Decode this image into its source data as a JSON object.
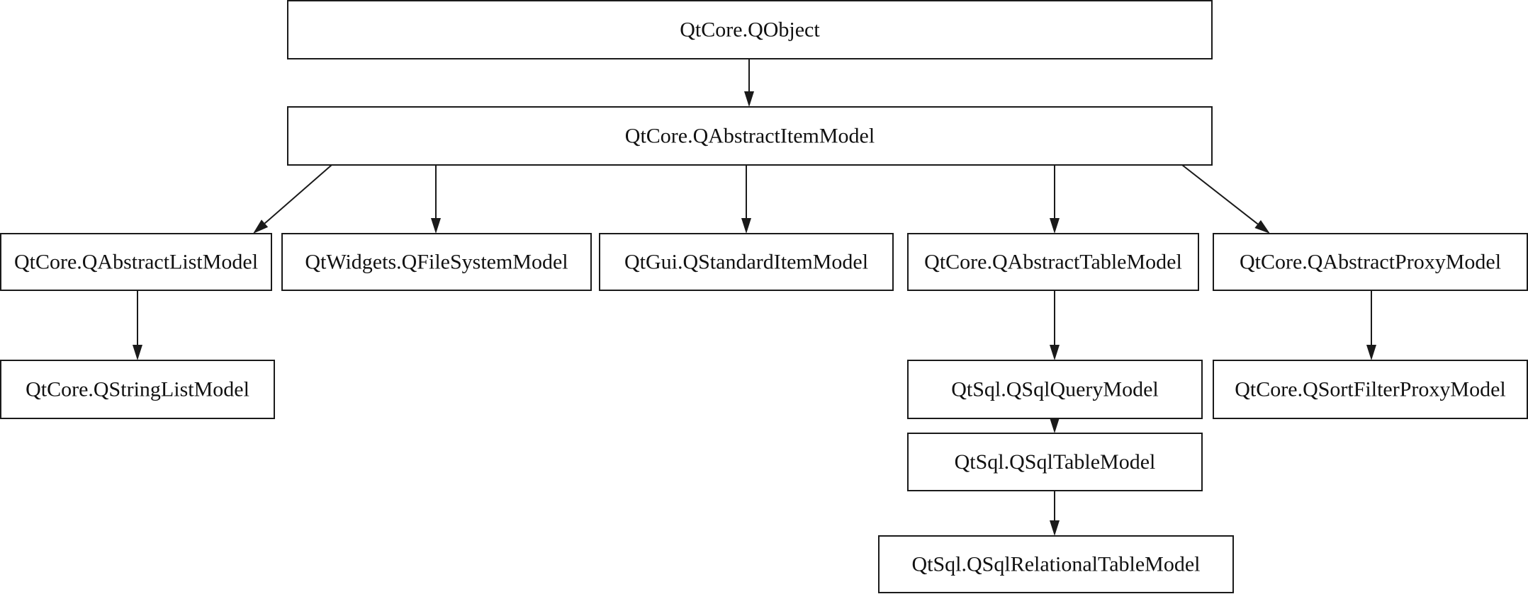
{
  "diagram": {
    "nodes": [
      {
        "id": "qobject",
        "label": "QtCore.QObject"
      },
      {
        "id": "qabstractitemmodel",
        "label": "QtCore.QAbstractItemModel"
      },
      {
        "id": "qabstractlistmodel",
        "label": "QtCore.QAbstractListModel"
      },
      {
        "id": "qfilesystemmodel",
        "label": "QtWidgets.QFileSystemModel"
      },
      {
        "id": "qstandarditemmodel",
        "label": "QtGui.QStandardItemModel"
      },
      {
        "id": "qabstracttablemodel",
        "label": "QtCore.QAbstractTableModel"
      },
      {
        "id": "qabstractproxymodel",
        "label": "QtCore.QAbstractProxyModel"
      },
      {
        "id": "qstringlistmodel",
        "label": "QtCore.QStringListModel"
      },
      {
        "id": "qsqlquerymodel",
        "label": "QtSql.QSqlQueryModel"
      },
      {
        "id": "qsortfilterproxymodel",
        "label": "QtCore.QSortFilterProxyModel"
      },
      {
        "id": "qsqltablemodel",
        "label": "QtSql.QSqlTableModel"
      },
      {
        "id": "qsqlrelationaltablemodel",
        "label": "QtSql.QSqlRelationalTableModel"
      }
    ],
    "edges": [
      {
        "from": "qobject",
        "to": "qabstractitemmodel"
      },
      {
        "from": "qabstractitemmodel",
        "to": "qabstractlistmodel"
      },
      {
        "from": "qabstractitemmodel",
        "to": "qfilesystemmodel"
      },
      {
        "from": "qabstractitemmodel",
        "to": "qstandarditemmodel"
      },
      {
        "from": "qabstractitemmodel",
        "to": "qabstracttablemodel"
      },
      {
        "from": "qabstractitemmodel",
        "to": "qabstractproxymodel"
      },
      {
        "from": "qabstractlistmodel",
        "to": "qstringlistmodel"
      },
      {
        "from": "qabstracttablemodel",
        "to": "qsqlquerymodel"
      },
      {
        "from": "qsqlquerymodel",
        "to": "qsqltablemodel"
      },
      {
        "from": "qsqltablemodel",
        "to": "qsqlrelationaltablemodel"
      },
      {
        "from": "qabstractproxymodel",
        "to": "qsortfilterproxymodel"
      }
    ]
  }
}
